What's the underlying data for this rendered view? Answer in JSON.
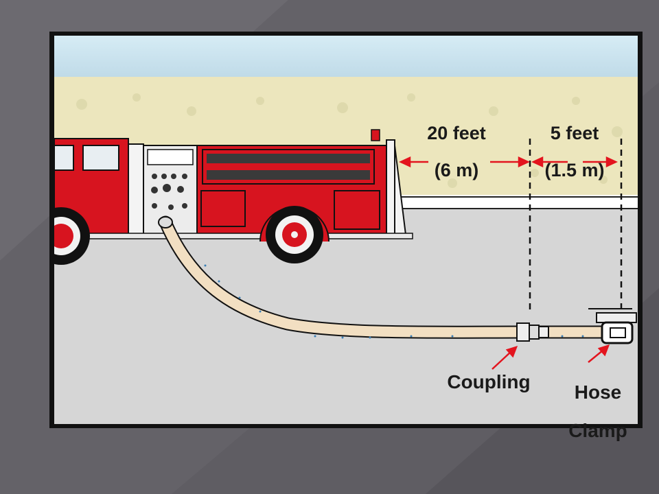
{
  "diagram": {
    "measure_a": {
      "line1": "20 feet",
      "line2": "(6 m)"
    },
    "measure_b": {
      "line1": "5 feet",
      "line2": "(1.5 m)"
    },
    "coupling_label": "Coupling",
    "clamp_label": {
      "line1": "Hose",
      "line2": "Clamp"
    }
  },
  "colors": {
    "slide_background": "#5f5d63",
    "frame": "#111111",
    "sky": "#c9e2ef",
    "field": "#ece6bd",
    "road": "#d6d6d6",
    "truck_red": "#d7141f",
    "hose": "#f2dfc2",
    "arrow_red": "#e3141e"
  },
  "icons": [
    "fire-truck-icon",
    "hose-icon",
    "coupling-icon",
    "hose-clamp-icon"
  ]
}
